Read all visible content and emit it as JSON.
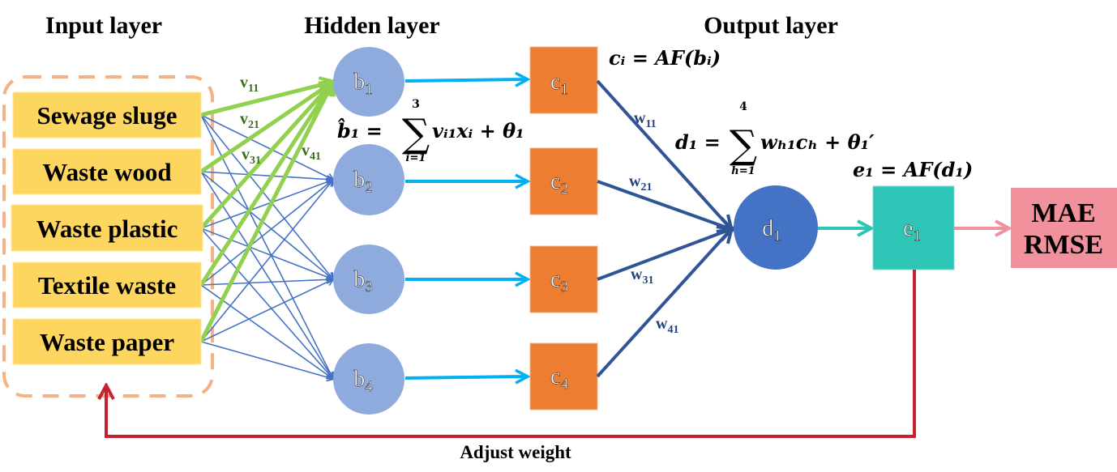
{
  "titles": {
    "input": "Input layer",
    "hidden": "Hidden layer",
    "output": "Output layer"
  },
  "inputs": [
    {
      "label": "Sewage sluge"
    },
    {
      "label": "Waste wood"
    },
    {
      "label": "Waste plastic"
    },
    {
      "label": "Textile waste"
    },
    {
      "label": "Waste paper"
    }
  ],
  "hidden_nodes": [
    {
      "base": "b",
      "sub": "1"
    },
    {
      "base": "b",
      "sub": "2"
    },
    {
      "base": "b",
      "sub": "3"
    },
    {
      "base": "b",
      "sub": "4"
    }
  ],
  "activation_nodes": [
    {
      "base": "c",
      "sub": "1"
    },
    {
      "base": "c",
      "sub": "2"
    },
    {
      "base": "c",
      "sub": "3"
    },
    {
      "base": "c",
      "sub": "4"
    }
  ],
  "input_weights": [
    {
      "base": "v",
      "sub": "11"
    },
    {
      "base": "v",
      "sub": "21"
    },
    {
      "base": "v",
      "sub": "31"
    },
    {
      "base": "v",
      "sub": "41"
    }
  ],
  "output_weights": [
    {
      "base": "w",
      "sub": "11"
    },
    {
      "base": "w",
      "sub": "21"
    },
    {
      "base": "w",
      "sub": "31"
    },
    {
      "base": "w",
      "sub": "41"
    }
  ],
  "output_sum_node": {
    "base": "d",
    "sub": "1"
  },
  "output_node": {
    "base": "e",
    "sub": "1"
  },
  "equations": {
    "hidden_sum": {
      "lhs": "b̂₁ =",
      "upper": "3",
      "lower": "i=1",
      "rhs": "vᵢ₁xᵢ + θ₁"
    },
    "hidden_activation": "cᵢ = AF(bᵢ)",
    "output_sum": {
      "lhs": "d₁ =",
      "upper": "4",
      "lower": "h=1",
      "rhs": "wₕ₁cₕ + θ₁′"
    },
    "output_activation": "e₁ = AF(d₁)"
  },
  "metrics": {
    "line1": "MAE",
    "line2": "RMSE"
  },
  "feedback_label": "Adjust weight",
  "colors": {
    "input_box": "#fdd660",
    "input_border": "#f4b183",
    "hidden_node": "#8faadc",
    "activation_node": "#ed7d31",
    "output_sum_node": "#4472c4",
    "output_node": "#2ec4b6",
    "metric_box": "#f0919b",
    "green_arrow": "#92d050",
    "blue_arrow": "#4472c4",
    "cyan_arrow": "#00b0f0",
    "dark_arrow": "#2f5597",
    "feedback": "#c8202f"
  }
}
